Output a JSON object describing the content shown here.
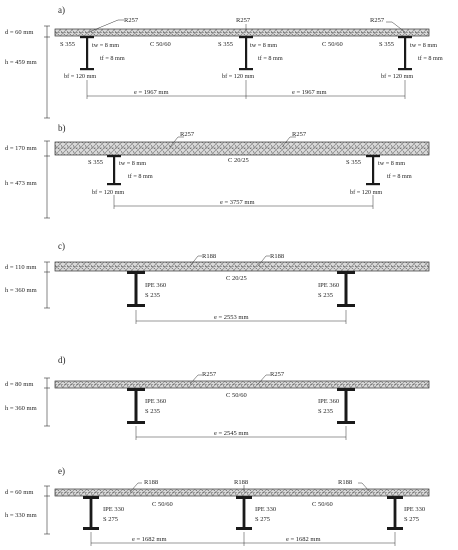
{
  "panels": [
    {
      "label": "a)",
      "d": "d = 60 mm",
      "h": "h = 459 mm",
      "rebar": [
        "R257",
        "R257",
        "R257"
      ],
      "concrete": [
        "C 50/60",
        "C 50/60"
      ],
      "steel": [
        "S 355",
        "S 355",
        "S 355"
      ],
      "tw": [
        "tw = 8 mm",
        "tw = 8 mm",
        "tw = 8 mm"
      ],
      "tf": [
        "tf = 8 mm",
        "tf = 8 mm",
        "tf = 8 mm"
      ],
      "bf": [
        "bf = 120 mm",
        "bf = 120 mm",
        "bf = 120 mm"
      ],
      "spacing": [
        "e = 1967 mm",
        "e = 1967 mm"
      ]
    },
    {
      "label": "b)",
      "d": "d = 170 mm",
      "h": "h = 473 mm",
      "rebar": [
        "R257",
        "R257"
      ],
      "concrete": [
        "C 20/25"
      ],
      "steel": [
        "S 355",
        "S 355"
      ],
      "tw": [
        "tw = 8 mm",
        "tw = 8 mm"
      ],
      "tf": [
        "tf = 8 mm",
        "tf = 8 mm"
      ],
      "bf": [
        "bf = 120 mm",
        "bf = 120 mm"
      ],
      "spacing": [
        "e = 3757 mm"
      ]
    },
    {
      "label": "c)",
      "d": "d = 110 mm",
      "h": "h = 360 mm",
      "rebar": [
        "R188",
        "R188"
      ],
      "concrete": [
        "C 20/25"
      ],
      "profile": [
        "IPE 360",
        "IPE 360"
      ],
      "steel": [
        "S 235",
        "S 235"
      ],
      "spacing": [
        "e = 2553 mm"
      ]
    },
    {
      "label": "d)",
      "d": "d = 80 mm",
      "h": "h = 360 mm",
      "rebar": [
        "R257",
        "R257"
      ],
      "concrete": [
        "C 50/60"
      ],
      "profile": [
        "IPE 360",
        "IPE 360"
      ],
      "steel": [
        "S 235",
        "S 235"
      ],
      "spacing": [
        "e = 2545 mm"
      ]
    },
    {
      "label": "e)",
      "d": "d = 60 mm",
      "h": "h = 330 mm",
      "rebar": [
        "R188",
        "R188",
        "R188"
      ],
      "concrete": [
        "C 50/60",
        "C 50/60"
      ],
      "profile": [
        "IPE 330",
        "IPE 330",
        "IPE 330"
      ],
      "steel": [
        "S 275",
        "S 275",
        "S 275"
      ],
      "spacing": [
        "e = 1682 mm",
        "e = 1682 mm"
      ]
    }
  ]
}
